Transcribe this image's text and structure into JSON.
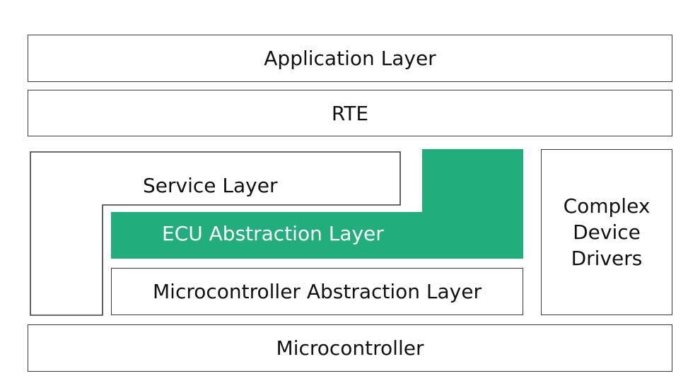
{
  "diagram": {
    "application_layer": "Application Layer",
    "rte": "RTE",
    "service_layer": "Service Layer",
    "ecu_abstraction_layer": "ECU Abstraction Layer",
    "microcontroller_abstraction_layer": "Microcontroller Abstraction Layer",
    "complex_device_drivers": [
      "Complex",
      "Device",
      "Drivers"
    ],
    "microcontroller": "Microcontroller"
  },
  "colors": {
    "highlight": "#21ad7c",
    "border": "#3a3a3a",
    "background": "#ffffff"
  }
}
